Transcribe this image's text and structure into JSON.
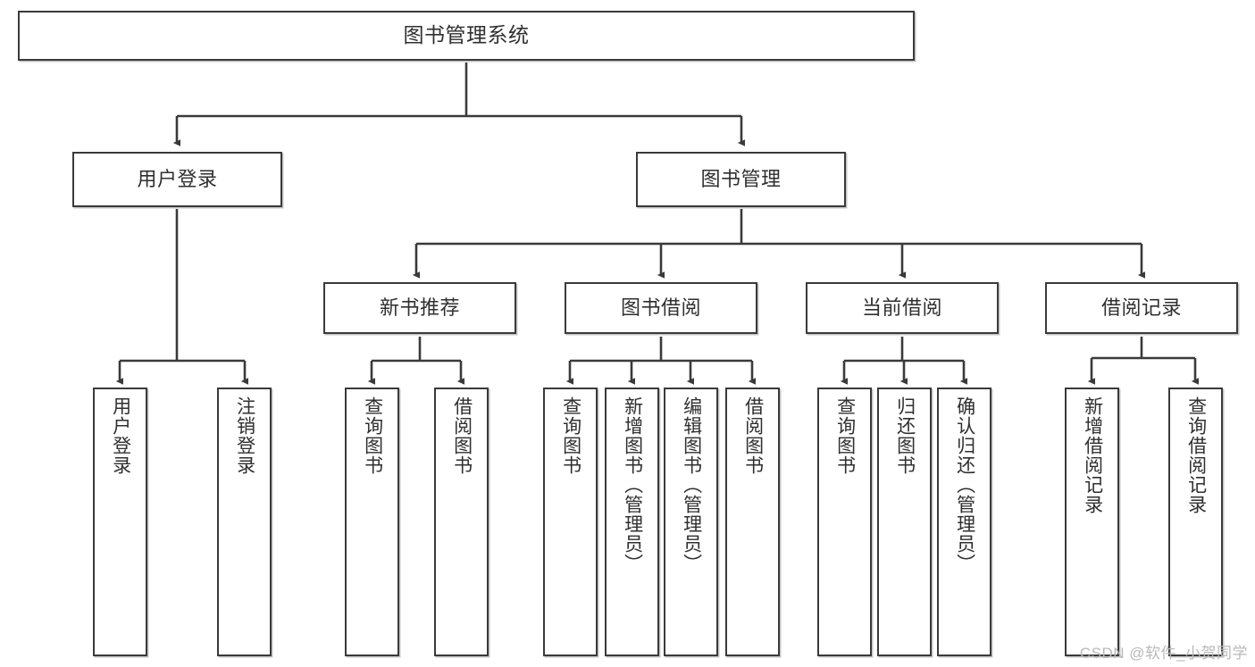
{
  "diagram": {
    "title": "图书管理系统",
    "watermark": "CSDN @软件_小贺同学",
    "colors": {
      "border": "#3a3a3a",
      "background": "#ffffff",
      "text": "#2f2f2f",
      "watermark": "#b9b9b9"
    },
    "nodes": {
      "root": {
        "label": "图书管理系统"
      },
      "level2": [
        {
          "label": "用户登录"
        },
        {
          "label": "图书管理"
        }
      ],
      "level3": [
        {
          "label": "新书推荐"
        },
        {
          "label": "图书借阅"
        },
        {
          "label": "当前借阅"
        },
        {
          "label": "借阅记录"
        }
      ],
      "leaves": {
        "user_login": [
          {
            "label": "用户登录"
          },
          {
            "label": "注销登录"
          }
        ],
        "new_book_recommend": [
          {
            "label": "查询图书"
          },
          {
            "label": "借阅图书"
          }
        ],
        "book_borrow": [
          {
            "label": "查询图书"
          },
          {
            "label": "新增图书（管理员）"
          },
          {
            "label": "编辑图书（管理员）"
          },
          {
            "label": "借阅图书"
          }
        ],
        "current_borrow": [
          {
            "label": "查询图书"
          },
          {
            "label": "归还图书"
          },
          {
            "label": "确认归还（管理员）"
          }
        ],
        "borrow_record": [
          {
            "label": "新增借阅记录"
          },
          {
            "label": "查询借阅记录"
          }
        ]
      }
    }
  }
}
